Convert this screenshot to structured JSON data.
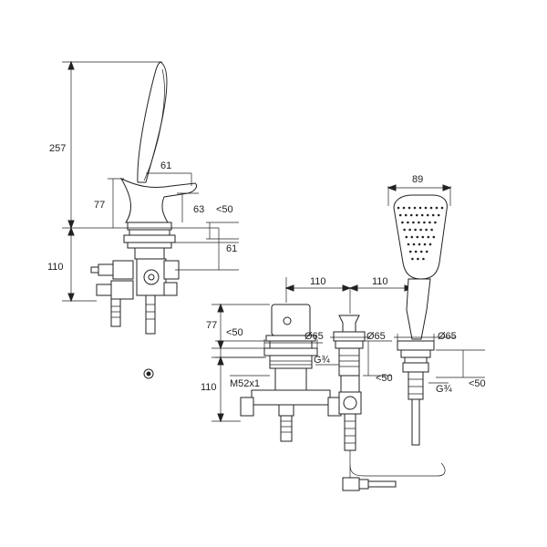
{
  "drawing": {
    "left_assembly": {
      "height_overall": "257",
      "spout_depth": "61",
      "lever_height": "77",
      "spout_height": "63",
      "max_deck_thickness": "<50",
      "deck_offset": "61",
      "body_height": "110"
    },
    "center_assembly": {
      "spacing_1": "110",
      "spacing_2": "110",
      "lever_height": "77",
      "max_deck_thickness": "<50",
      "diameter_main": "Ø65",
      "body_height": "110",
      "thread_main": "M52x1",
      "diameter_valve": "Ø65",
      "thread_valve": "G¾",
      "max_deck_valve": "<50"
    },
    "right_assembly": {
      "handshower_width": "89",
      "diameter_holder": "Ø65",
      "thread_holder": "G¾",
      "max_deck_holder": "<50"
    },
    "colors": {
      "line": "#222222",
      "background": "#ffffff"
    }
  }
}
